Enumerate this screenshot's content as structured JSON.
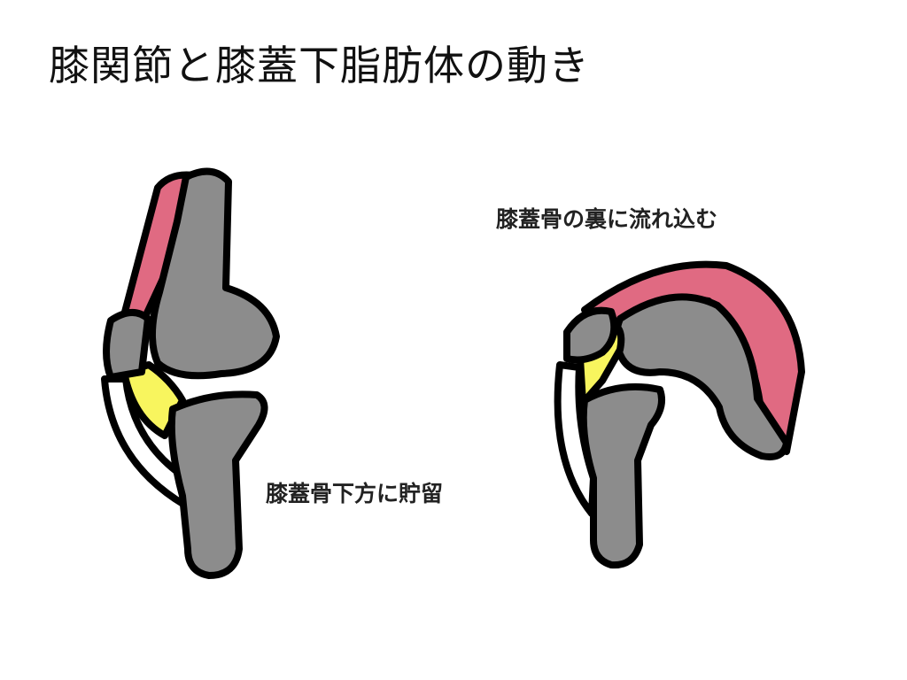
{
  "slide": {
    "title": "膝関節と膝蓋下脂肪体の動き",
    "labels": {
      "extension": "膝蓋骨下方に貯留",
      "flexion": "膝蓋骨の裏に流れ込む"
    },
    "colors": {
      "bone": "#8c8c8c",
      "tendon": "#e06a82",
      "fat_pad": "#f8f55e",
      "outline": "#000000"
    }
  }
}
